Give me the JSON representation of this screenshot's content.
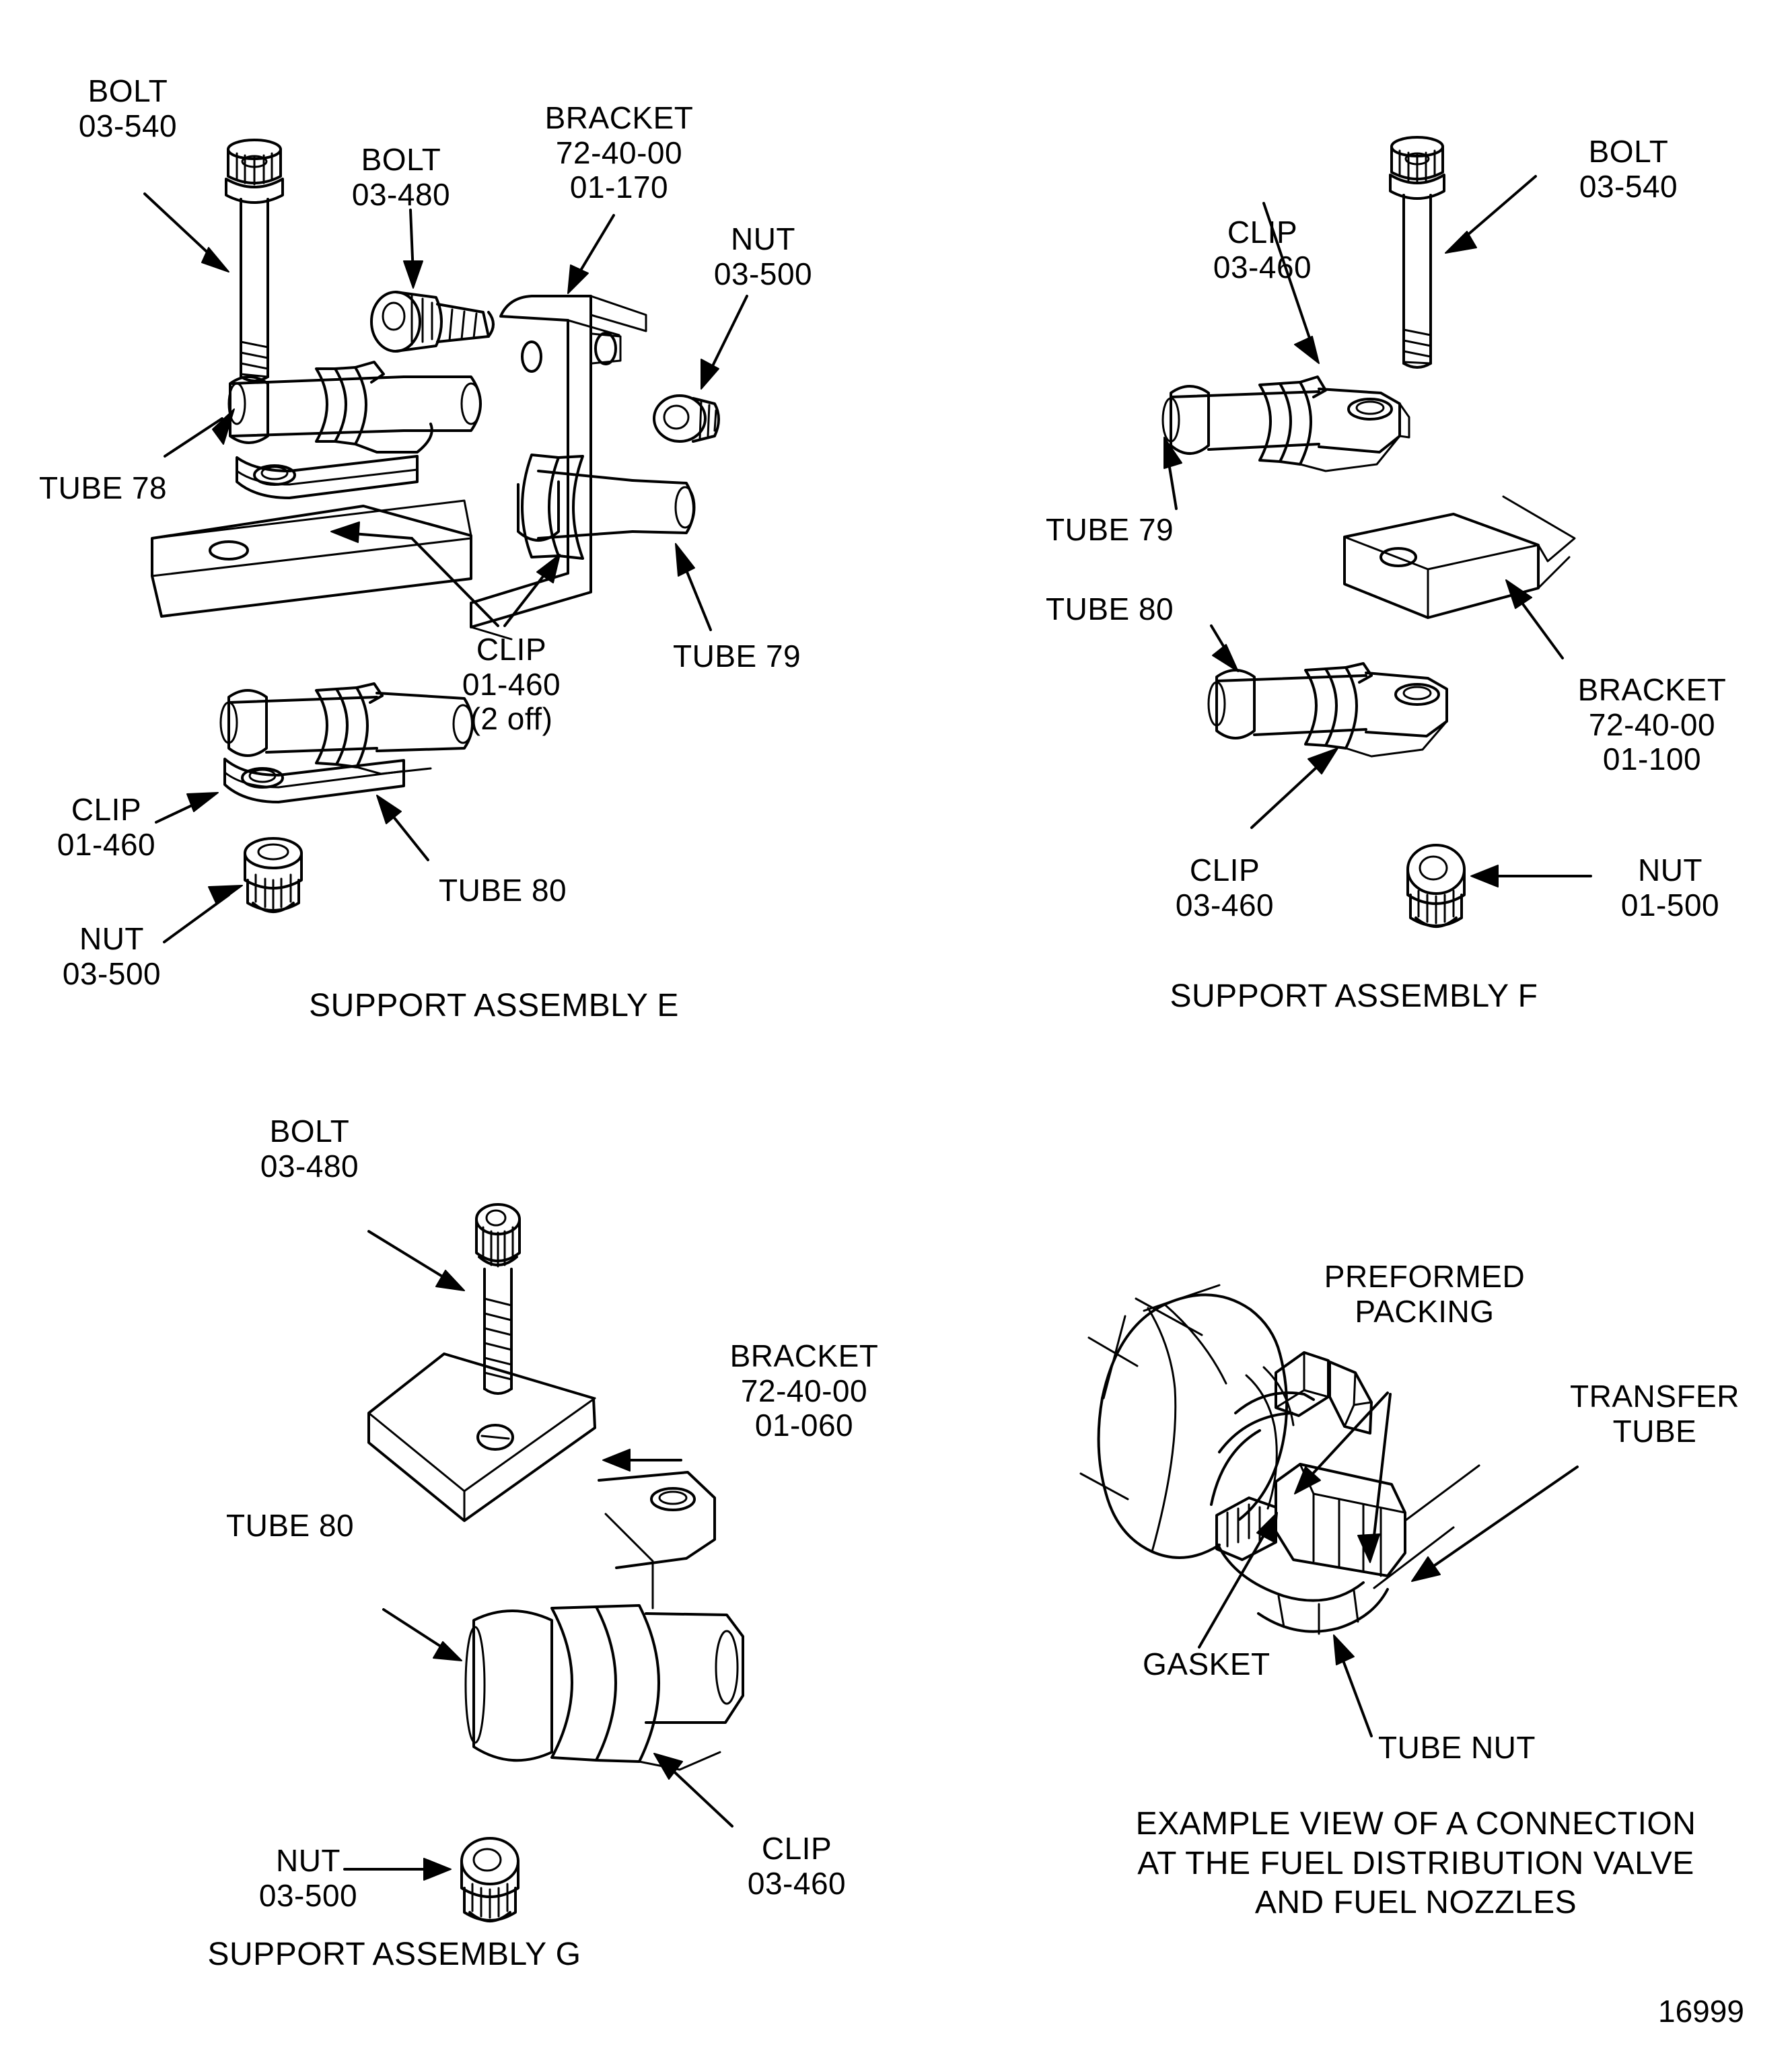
{
  "figure": {
    "number": "16999"
  },
  "assemblies": [
    {
      "id": "E",
      "caption": "SUPPORT ASSEMBLY E",
      "labels": [
        {
          "name": "bolt-03-540",
          "lines": "BOLT\n03-540"
        },
        {
          "name": "bolt-03-480",
          "lines": "BOLT\n03-480"
        },
        {
          "name": "bracket-01-170",
          "lines": "BRACKET\n72-40-00\n01-170"
        },
        {
          "name": "nut-03-500-upper",
          "lines": "NUT\n03-500"
        },
        {
          "name": "tube-78",
          "lines": "TUBE 78"
        },
        {
          "name": "clip-01-460-2off",
          "lines": "CLIP\n01-460\n(2 off)"
        },
        {
          "name": "tube-79",
          "lines": "TUBE 79"
        },
        {
          "name": "clip-01-460",
          "lines": "CLIP\n01-460"
        },
        {
          "name": "tube-80",
          "lines": "TUBE 80"
        },
        {
          "name": "nut-03-500-lower",
          "lines": "NUT\n03-500"
        }
      ]
    },
    {
      "id": "F",
      "caption": "SUPPORT ASSEMBLY F",
      "labels": [
        {
          "name": "clip-03-460-upper",
          "lines": "CLIP\n03-460"
        },
        {
          "name": "bolt-03-540",
          "lines": "BOLT\n03-540"
        },
        {
          "name": "tube-79",
          "lines": "TUBE 79"
        },
        {
          "name": "tube-80",
          "lines": "TUBE 80"
        },
        {
          "name": "bracket-01-100",
          "lines": "BRACKET\n72-40-00\n01-100"
        },
        {
          "name": "clip-03-460-lower",
          "lines": "CLIP\n03-460"
        },
        {
          "name": "nut-01-500",
          "lines": "NUT\n01-500"
        }
      ]
    },
    {
      "id": "G",
      "caption": "SUPPORT ASSEMBLY G",
      "labels": [
        {
          "name": "bolt-03-480",
          "lines": "BOLT\n03-480"
        },
        {
          "name": "bracket-01-060",
          "lines": "BRACKET\n72-40-00\n01-060"
        },
        {
          "name": "tube-80",
          "lines": "TUBE 80"
        },
        {
          "name": "clip-03-460",
          "lines": "CLIP\n03-460"
        },
        {
          "name": "nut-03-500",
          "lines": "NUT\n03-500"
        }
      ]
    },
    {
      "id": "connection",
      "caption": "EXAMPLE VIEW OF A CONNECTION\nAT THE FUEL DISTRIBUTION VALVE\nAND FUEL NOZZLES",
      "labels": [
        {
          "name": "preformed-packing",
          "lines": "PREFORMED\nPACKING"
        },
        {
          "name": "transfer-tube",
          "lines": "TRANSFER\nTUBE"
        },
        {
          "name": "gasket",
          "lines": "GASKET"
        },
        {
          "name": "tube-nut",
          "lines": "TUBE NUT"
        }
      ]
    }
  ],
  "colors": {
    "ink": "#000000",
    "paper": "#ffffff"
  }
}
